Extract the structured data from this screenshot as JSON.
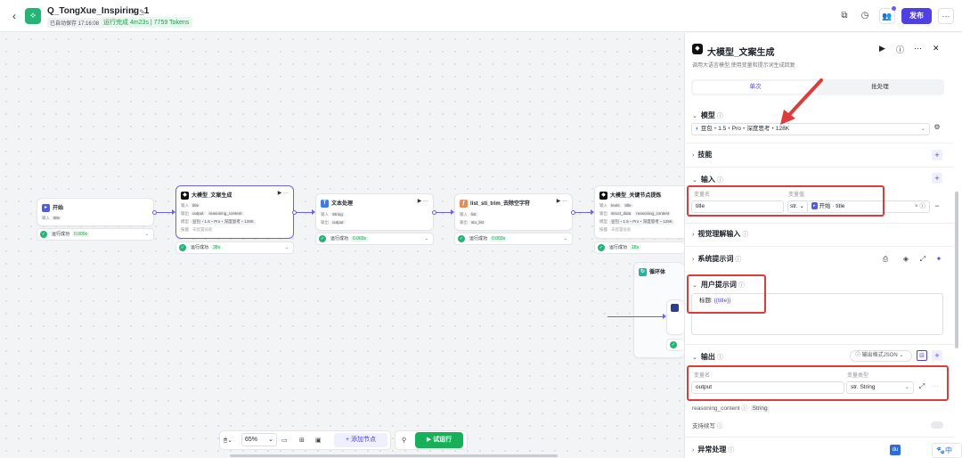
{
  "header": {
    "back_icon": "chevron-left-icon",
    "app_icon": "workflow-icon",
    "title": "Q_TongXue_Inspiring_1",
    "save_status": "已自动保存 17:16:08",
    "run_status": "运行完成 4m23s | 7759 Tokens",
    "publish_label": "发布",
    "accent": "#4e40e5"
  },
  "canvas": {
    "nodes": [
      {
        "title": "开始",
        "rows": [
          {
            "k": "输入",
            "tags": [
              "title"
            ]
          }
        ],
        "status": "运行成功",
        "time": "0.000s",
        "color": "#4e5bf0"
      },
      {
        "title": "大模型_文案生成",
        "rows": [
          {
            "k": "输入",
            "tags": [
              "title"
            ]
          },
          {
            "k": "输出",
            "tags": [
              "output",
              "reasoning_content"
            ]
          },
          {
            "k": "模型",
            "tags": [
              "豆包・1.5・Pro・深度思考・128K"
            ]
          },
          {
            "k": "技能",
            "tags": [
              "未配置技能"
            ]
          }
        ],
        "status": "运行成功",
        "time": "38s",
        "color": "#111111"
      },
      {
        "title": "文本处理",
        "rows": [
          {
            "k": "输入",
            "tags": [
              "String"
            ]
          },
          {
            "k": "输出",
            "tags": [
              "output"
            ]
          }
        ],
        "status": "运行成功",
        "time": "0.069s",
        "color": "#3b7bf6"
      },
      {
        "title": "list_sti_trim_去除空字符",
        "rows": [
          {
            "k": "输入",
            "tags": [
              "list"
            ]
          },
          {
            "k": "输出",
            "tags": [
              "stu_list"
            ]
          }
        ],
        "status": "运行成功",
        "time": "0.003s",
        "color": "#e38b5b"
      },
      {
        "title": "大模型_关键节点提炼",
        "rows": [
          {
            "k": "输入",
            "tags": [
              "texts",
              "title"
            ]
          },
          {
            "k": "输出",
            "tags": [
              "struct_data",
              "reasoning_content"
            ]
          },
          {
            "k": "模型",
            "tags": [
              "豆包・1.5・Pro・深度思考・128K"
            ]
          },
          {
            "k": "技能",
            "tags": [
              "未配置技能"
            ]
          }
        ],
        "status": "运行成功",
        "time": "18s",
        "color": "#111111"
      }
    ],
    "loop_title": "循环体"
  },
  "toolbar": {
    "zoom": "65%",
    "add_node": "添加节点",
    "trial_run": "试运行"
  },
  "panel": {
    "title": "大模型_文案生成",
    "description": "调用大语言模型,使用变量和提示词生成回复",
    "tabs": [
      "单次",
      "批处理"
    ],
    "model_section": "模型",
    "model_value": "豆包・1.5・Pro・深度思考・128K",
    "skills_section": "技能",
    "input_section": "输入",
    "input_col_name": "变量名",
    "input_col_value": "变量值",
    "input_name": "title",
    "input_type": "str.",
    "input_ref_node": "开始",
    "input_ref_var": "title",
    "vision_section": "视觉理解输入",
    "system_prompt_section": "系统提示词",
    "user_prompt_section": "用户提示词",
    "user_prompt_text": "标题:",
    "user_prompt_var": "{{title}}",
    "output_section": "输出",
    "output_format": "输出格式JSON",
    "output_col_name": "变量名",
    "output_col_type": "变量类型",
    "output_name": "output",
    "output_type": "str. String",
    "reasoning_name": "reasoning_content",
    "reasoning_type": "String",
    "streaming_label": "支持续写",
    "error_section": "异常处理",
    "lang": "中"
  }
}
